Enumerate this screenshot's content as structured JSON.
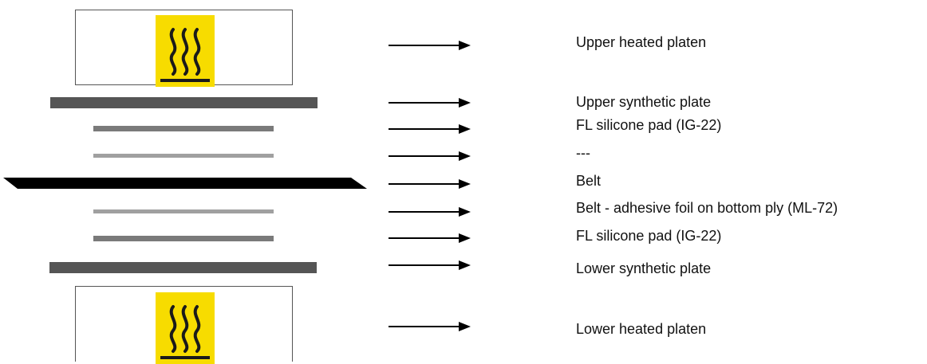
{
  "layers": [
    {
      "id": "upper-heated-platen",
      "label": "Upper heated platen",
      "kind": "heated-platen"
    },
    {
      "id": "upper-synthetic-plate",
      "label": "Upper synthetic plate",
      "kind": "synthetic-plate"
    },
    {
      "id": "upper-silicone-pad",
      "label": "FL silicone pad (IG-22)",
      "kind": "silicone-pad"
    },
    {
      "id": "empty-layer",
      "label": "---",
      "kind": "thin-layer"
    },
    {
      "id": "belt",
      "label": "Belt",
      "kind": "belt"
    },
    {
      "id": "adhesive-foil",
      "label": "Belt - adhesive foil on bottom ply (ML-72)",
      "kind": "thin-layer"
    },
    {
      "id": "lower-silicone-pad",
      "label": "FL silicone pad (IG-22)",
      "kind": "silicone-pad"
    },
    {
      "id": "lower-synthetic-plate",
      "label": "Lower synthetic plate",
      "kind": "synthetic-plate"
    },
    {
      "id": "lower-heated-platen",
      "label": "Lower heated platen",
      "kind": "heated-platen"
    }
  ],
  "colors": {
    "heat_symbol_bg": "#f7dc00",
    "heat_symbol_fg": "#1a1a1a",
    "synthetic_plate": "#555555",
    "silicone_pad": "#7a7a7a",
    "thin_layer": "#a0a0a0",
    "belt": "#000000",
    "arrow": "#000000"
  },
  "icons": {
    "heat": "hot-surface-warning-icon"
  }
}
